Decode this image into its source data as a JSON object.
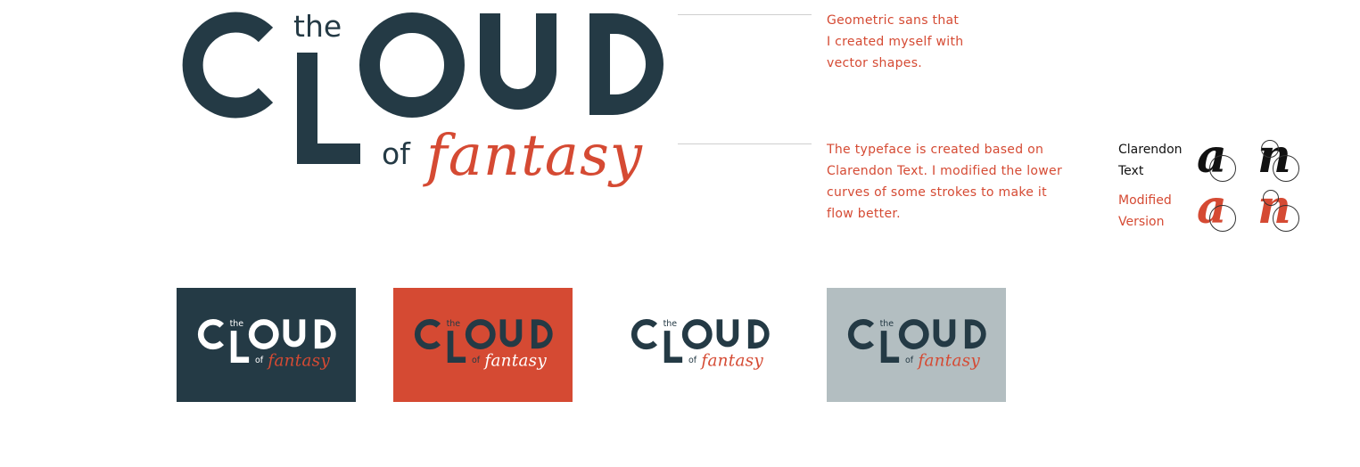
{
  "logo": {
    "word_the": "the",
    "letters_main": [
      "C",
      "L",
      "O",
      "U",
      "D"
    ],
    "word_of": "of",
    "word_fantasy": "fantasy"
  },
  "colors": {
    "navy": "#243a45",
    "red": "#d54a33",
    "gray_tile": "#b3bec1",
    "white": "#ffffff",
    "black": "#111111",
    "rule": "#cfcfcf"
  },
  "notes": {
    "sans": {
      "lines": [
        "Geometric sans that",
        "I created myself with",
        "vector shapes."
      ]
    },
    "serif": {
      "lines": [
        "The typeface is created based on",
        "Clarendon Text. I modified the lower",
        "curves of some strokes to make it",
        "flow better."
      ]
    }
  },
  "comparison": {
    "original_label": [
      "Clarendon",
      "Text"
    ],
    "modified_label": [
      "Modified",
      "Version"
    ],
    "glyphs": [
      "a",
      "n"
    ]
  },
  "tiles": [
    {
      "bg": "#243a45",
      "main_color": "#ffffff",
      "script_color": "#d54a33"
    },
    {
      "bg": "#d54a33",
      "main_color": "#243a45",
      "script_color": "#ffffff"
    },
    {
      "bg": "#ffffff",
      "main_color": "#243a45",
      "script_color": "#d54a33"
    },
    {
      "bg": "#b3bec1",
      "main_color": "#243a45",
      "script_color": "#d54a33"
    }
  ]
}
